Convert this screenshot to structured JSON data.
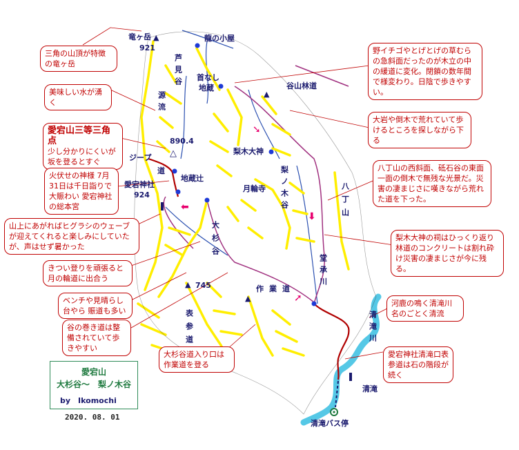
{
  "colors": {
    "ridge": "#ffee00",
    "road": "#a0307f",
    "trail": "#b00000",
    "stream": "#2a4fb0",
    "river": "#55c8e6",
    "note_border": "#c00000",
    "label": "#1a1a6e",
    "arrow": "#e8006e"
  },
  "map_labels": {
    "ryugatake": "竜ヶ岳",
    "ryugatake_elev": "921",
    "ryu_no_koya": "龍の小屋",
    "ashimidani": "芦見谷",
    "genryu": "源流",
    "kubinashi": "首なし",
    "jizo": "地蔵",
    "taniyama_rindo": "谷山林道",
    "elev_890": "890.4",
    "jeep": "ジープ",
    "jeep_michi": "道",
    "atago_jinja": "愛宕神社",
    "atago_elev": "924",
    "jizotsuji": "地蔵辻",
    "nashinoki_daijin": "梨木大神",
    "tsukiwadera": "月輪寺",
    "nashinokidani": "梨ノ木谷",
    "hatchoyama": "八丁山",
    "osugidani": "大杉谷",
    "elev_745": "745",
    "sagyodo": "作業道",
    "omotesando": "表参道",
    "dojogawa": "堂承川",
    "kiyotakigawa": "清滝川",
    "kiyotaki": "清滝",
    "bus_stop": "清滝バス停"
  },
  "notes": {
    "n1": "三角の山頂が特徴の竜ヶ岳",
    "n2": "美味しい水が湧く",
    "n3_title": "愛宕山三等三角点",
    "n3_sub": "少し分かりにくいが坂を登るとすぐ",
    "n4": "火伏せの神様 7月31日は千日詣りで大賑わい 愛宕神社の総本宮",
    "n5": "山上にあがればヒグラシのウェーブが迎えてくれると楽しみにしていたが、声はせず暑かった",
    "n6": "きつい登りを頑張ると月の輪道に出合う",
    "n7": "ベンチや見晴らし台やら 賑道も多い",
    "n8": "谷の巻き道は整備されていて歩きやすい",
    "n9": "大杉谷道入り口は作業道を登る",
    "r1": "野イチゴやとげとげの草むらの急斜面だったのが木立の中の緩道に変化。閉鎖の数年間で様変わり。日陰で歩きやすい。",
    "r2": "大岩や倒木で荒れていて歩けるところを探しながら下る",
    "r3": "八丁山の西斜面、砥石谷の東面一面の倒木で無残な光景だ。災害の凄まじさに嘆きながら荒れた道を下った。",
    "r4": "梨木大神の祠はひっくり返り林道のコンクリートは割れ砕け災害の凄まじさが今に残る。",
    "r5": "河鹿の鳴く清滝川名のごとく清流",
    "r6": "愛宕神社清滝口表参道は石の階段が続く"
  },
  "title": {
    "line1": "愛宕山",
    "line2": "大杉谷〜　梨ノ木谷",
    "author": "by　Ikomochi"
  },
  "date": "2020. 08. 01"
}
